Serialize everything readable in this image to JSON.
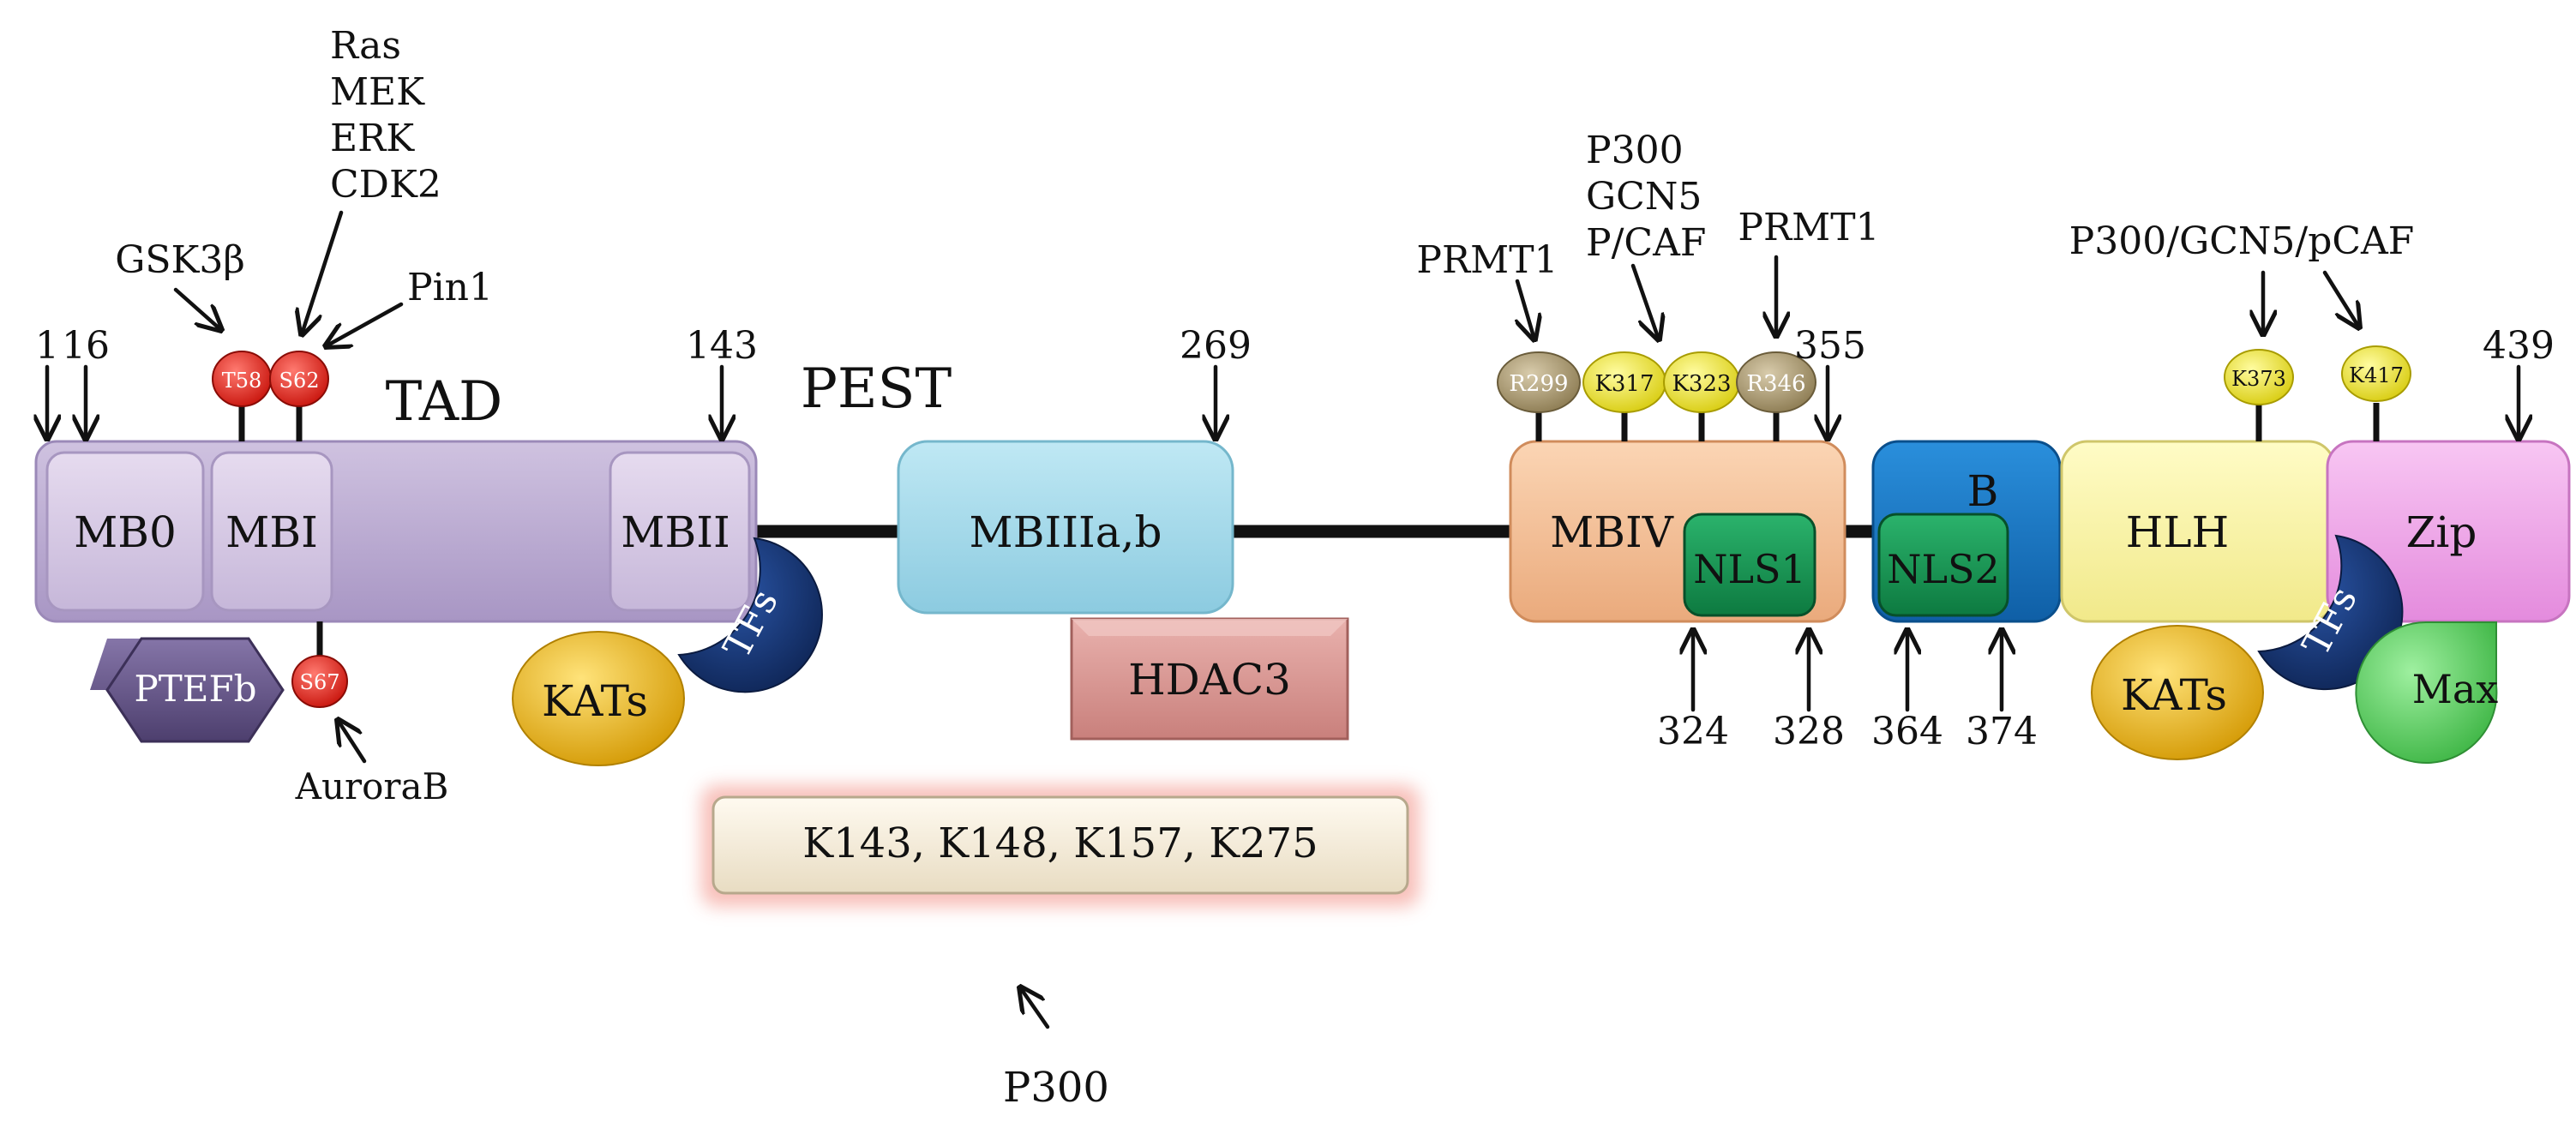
{
  "positions": {
    "p1": "1",
    "p16": "16",
    "p143": "143",
    "p269": "269",
    "p355": "355",
    "p439": "439",
    "p324": "324",
    "p328": "328",
    "p364": "364",
    "p374": "374"
  },
  "regions": {
    "tad": "TAD",
    "pest": "PEST",
    "b": "B"
  },
  "domains": {
    "mb0": "MB0",
    "mbi": "MBI",
    "mbii": "MBII",
    "mbiii": "MBIIIa,b",
    "mbiv": "MBIV",
    "nls1": "NLS1",
    "nls2": "NLS2",
    "hlh": "HLH",
    "zip": "Zip"
  },
  "partners": {
    "ptefb": "PTEFb",
    "kats_left": "KATs",
    "tfs_left": "TFs",
    "hdac3": "HDAC3",
    "kats_right": "KATs",
    "tfs_right": "TFs",
    "max": "Max"
  },
  "sites": {
    "t58": "T58",
    "s62": "S62",
    "s67": "S67",
    "r299": "R299",
    "k317": "K317",
    "k323": "K323",
    "r346": "R346",
    "k373": "K373",
    "k417": "K417"
  },
  "kinases": {
    "gsk3b": "GSK3β",
    "ras": "Ras",
    "mek": "MEK",
    "erk": "ERK",
    "cdk2": "CDK2",
    "pin1": "Pin1",
    "aurorab": "AuroraB"
  },
  "modifiers": {
    "prmt1_a": "PRMT1",
    "p300_a": "P300",
    "gcn5": "GCN5",
    "pcaf": "P/CAF",
    "prmt1_b": "PRMT1",
    "p300_gcn5_pcaf": "P300/GCN5/pCAF"
  },
  "acetylation": {
    "sites_box": "K143, K148, K157, K275",
    "enzyme": "P300"
  },
  "colors": {
    "tad_purple": "#b9a8cf",
    "mb_box": "#d9cbe6",
    "mbiii_blue": "#a6dced",
    "mbiv_peach": "#f5c29a",
    "nls_green": "#1a9a57",
    "b_blue": "#1778c8",
    "hlh_yellow": "#fbf7a9",
    "zip_pink": "#f2a7ec",
    "ptefb_purple": "#6a5a8e",
    "kats_gold": "#e9b415",
    "tfs_navy": "#183a7c",
    "hdac3_pink": "#dc9a96",
    "max_green": "#6fd471",
    "site_red": "#e2261c",
    "site_yellow": "#f2e93a",
    "site_olive": "#a89870",
    "box_cream": "#f8f1e2"
  }
}
